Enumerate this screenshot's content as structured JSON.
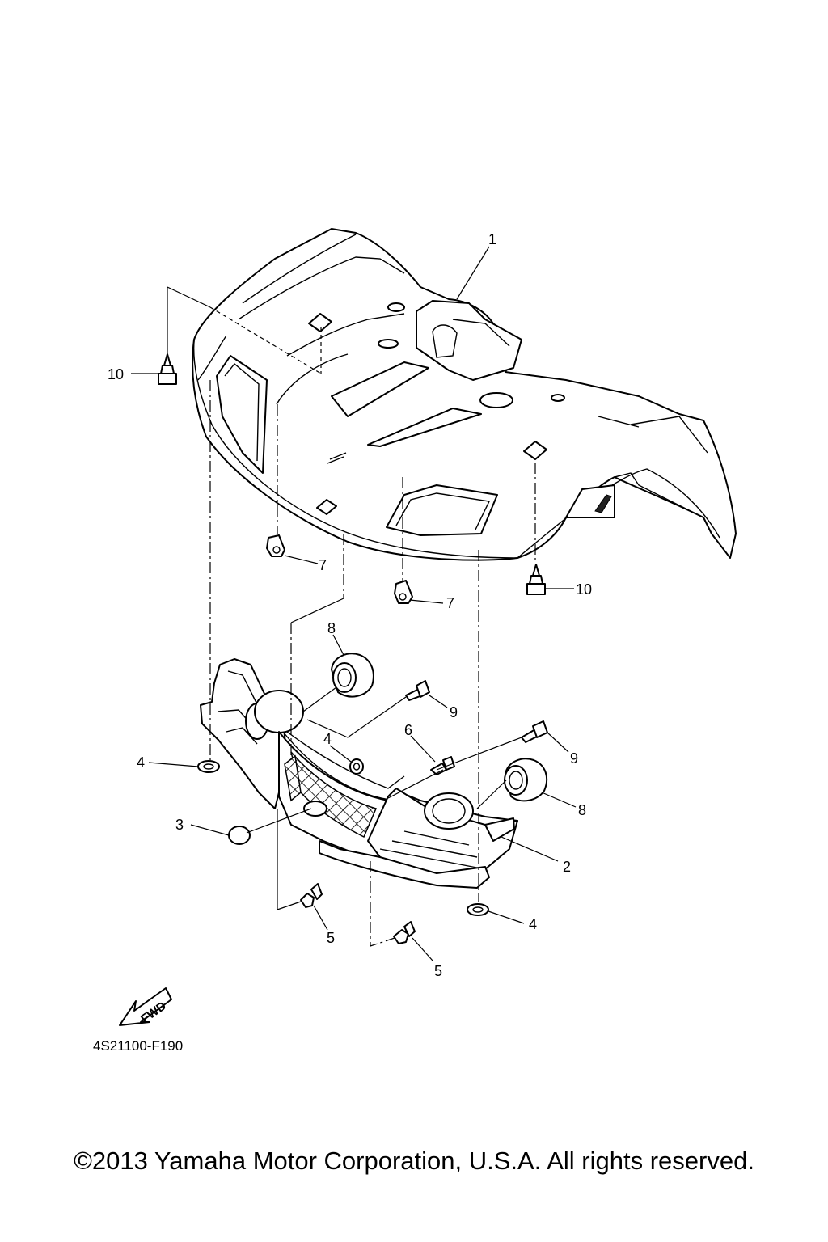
{
  "callouts": {
    "c1": "1",
    "c2": "2",
    "c3": "3",
    "c4a": "4",
    "c4b": "4",
    "c4c": "4",
    "c5a": "5",
    "c5b": "5",
    "c6": "6",
    "c7a": "7",
    "c7b": "7",
    "c8a": "8",
    "c8b": "8",
    "c9a": "9",
    "c9b": "9",
    "c10a": "10",
    "c10b": "10"
  },
  "fwd_label": "FWD",
  "drawing_code": "4S21100-F190",
  "copyright": "©2013 Yamaha Motor Corporation, U.S.A. All rights reserved."
}
